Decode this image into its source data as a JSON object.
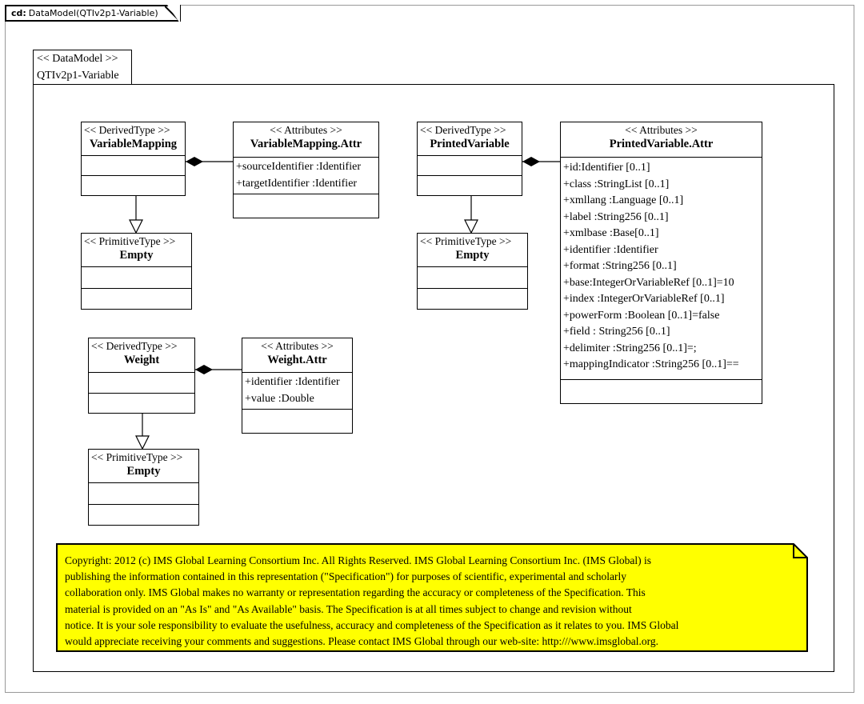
{
  "frame": {
    "tab_prefix": "cd:",
    "tab_label": "DataModel(QTIv2p1-Variable)"
  },
  "package": {
    "stereotype": "<< DataModel >>",
    "name": "QTIv2p1-Variable"
  },
  "classes": {
    "variable_mapping": {
      "stereotype": "<< DerivedType >>",
      "name": "VariableMapping"
    },
    "variable_mapping_attr": {
      "stereotype": "<< Attributes >>",
      "name": "VariableMapping.Attr",
      "attributes": [
        "+sourceIdentifier  :Identifier",
        "+targetIdentifier  :Identifier"
      ]
    },
    "variable_mapping_empty": {
      "stereotype": "<< PrimitiveType  >>",
      "name": "Empty"
    },
    "printed_variable": {
      "stereotype": "<< DerivedType  >>",
      "name": "PrintedVariable"
    },
    "printed_variable_attr": {
      "stereotype": "<< Attributes  >>",
      "name": "PrintedVariable.Attr",
      "attributes": [
        "+id:Identifier [0..1]",
        "+class :StringList [0..1]",
        "+xmllang  :Language [0..1]",
        "+label :String256 [0..1]",
        "+xmlbase :Base[0..1]",
        "+identifier  :Identifier",
        "+format :String256 [0..1]",
        "+base:IntegerOrVariableRef  [0..1]=10",
        "+index :IntegerOrVariableRef  [0..1]",
        "+powerForm :Boolean [0..1]=false",
        "+field : String256 [0..1]",
        "+delimiter  :String256 [0..1]=;",
        "+mappingIndicator  :String256 [0..1]=="
      ]
    },
    "printed_variable_empty": {
      "stereotype": "<< PrimitiveType  >>",
      "name": "Empty"
    },
    "weight": {
      "stereotype": "<< DerivedType  >>",
      "name": "Weight"
    },
    "weight_attr": {
      "stereotype": "<< Attributes  >>",
      "name": "Weight.Attr",
      "attributes": [
        "+identifier  :Identifier",
        "+value :Double"
      ]
    },
    "weight_empty": {
      "stereotype": "<< PrimitiveType   >>",
      "name": "Empty"
    }
  },
  "note": {
    "background_color": "#FFFF00",
    "border_color": "#000000",
    "lines": [
      "Copyright: 2012 (c) IMS Global Learning Consortium Inc.  All Rights Reserved.  IMS Global Learning Consortium Inc. (IMS Global) is",
      "publishing the information contained in this representation (\"Specification\") for purposes of scientific, experimental and scholarly",
      "collaboration only.  IMS Global makes no warranty or representation regarding the accuracy or completeness of the Specification.  This",
      "material is provided on an \"As Is\" and \"As Available\" basis.  The Specification is at all times subject to change and revision without",
      "notice.  It is your sole responsibility to evaluate the usefulness, accuracy and completeness of the Specification as it relates to you.  IMS Global",
      "would appreciate receiving your comments and suggestions.  Please contact IMS Global through our web-site: http:///www.imsglobal.org."
    ]
  }
}
